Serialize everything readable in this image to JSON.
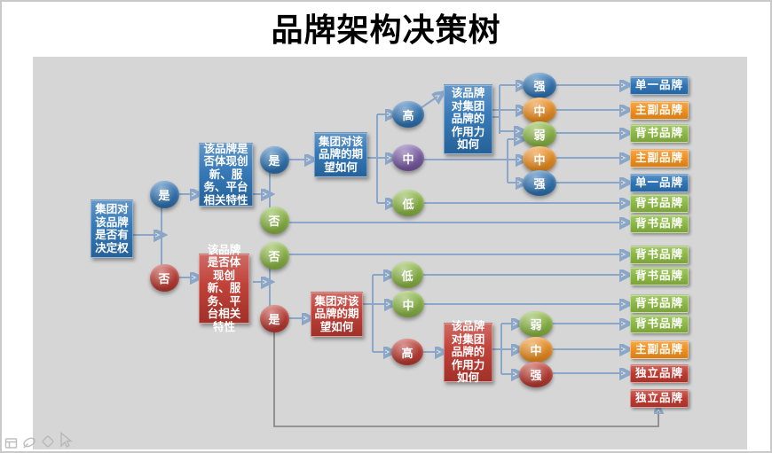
{
  "title": "品牌架构决策树",
  "palette": {
    "blue": "#2E74B5",
    "red": "#BE3A31",
    "green": "#8CB944",
    "orange": "#F0901F",
    "purple": "#7A5BA6",
    "line": "#8AA6C9",
    "arrow": "#6A90BD",
    "wrap_line": "#7F7F7F",
    "canvas": "#D6D6D6",
    "title_text": "#000000"
  },
  "questions": [
    {
      "id": "q1",
      "label": "集团对该品牌是否有决定权",
      "color": "blue"
    },
    {
      "id": "q2u",
      "label": "该品牌是否体现创新、服务、平台相关特性",
      "color": "blue"
    },
    {
      "id": "q3u",
      "label": "集团对该品牌的期望如何",
      "color": "blue"
    },
    {
      "id": "q4u",
      "label": "该品牌对集团品牌的作用力如何",
      "color": "blue"
    },
    {
      "id": "q2l",
      "label": "该品牌是否体现创新、服务、平台相关特性",
      "color": "red"
    },
    {
      "id": "q3l",
      "label": "集团对该品牌的期望如何",
      "color": "red"
    },
    {
      "id": "q4l",
      "label": "该品牌对集团品牌的作用力如何",
      "color": "red"
    }
  ],
  "choices": [
    {
      "id": "yes1",
      "label": "是",
      "color": "blue"
    },
    {
      "id": "no1",
      "label": "否",
      "color": "red"
    },
    {
      "id": "yes2u",
      "label": "是",
      "color": "blue"
    },
    {
      "id": "no2u",
      "label": "否",
      "color": "green"
    },
    {
      "id": "hi_u",
      "label": "高",
      "color": "blue"
    },
    {
      "id": "mid_u",
      "label": "中",
      "color": "purple"
    },
    {
      "id": "low_u",
      "label": "低",
      "color": "green"
    },
    {
      "id": "s1",
      "label": "强",
      "color": "blue"
    },
    {
      "id": "m1",
      "label": "中",
      "color": "orange"
    },
    {
      "id": "w1",
      "label": "弱",
      "color": "green"
    },
    {
      "id": "m2",
      "label": "中",
      "color": "orange"
    },
    {
      "id": "s2",
      "label": "强",
      "color": "blue"
    },
    {
      "id": "no2l",
      "label": "否",
      "color": "green"
    },
    {
      "id": "yes2l",
      "label": "是",
      "color": "red"
    },
    {
      "id": "low_l",
      "label": "低",
      "color": "green"
    },
    {
      "id": "mid_l",
      "label": "中",
      "color": "green"
    },
    {
      "id": "hi_l",
      "label": "高",
      "color": "red"
    },
    {
      "id": "w3",
      "label": "弱",
      "color": "green"
    },
    {
      "id": "m3",
      "label": "中",
      "color": "orange"
    },
    {
      "id": "s3",
      "label": "强",
      "color": "red"
    }
  ],
  "results": [
    {
      "label": "单一品牌",
      "color": "blue"
    },
    {
      "label": "主副品牌",
      "color": "orange"
    },
    {
      "label": "背书品牌",
      "color": "green"
    },
    {
      "label": "主副品牌",
      "color": "orange"
    },
    {
      "label": "单一品牌",
      "color": "blue"
    },
    {
      "label": "背书品牌",
      "color": "green"
    },
    {
      "label": "背书品牌",
      "color": "green"
    },
    {
      "label": "背书品牌",
      "color": "green"
    },
    {
      "label": "背书品牌",
      "color": "green"
    },
    {
      "label": "背书品牌",
      "color": "green"
    },
    {
      "label": "背书品牌",
      "color": "green"
    },
    {
      "label": "主副品牌",
      "color": "orange"
    },
    {
      "label": "独立品牌",
      "color": "red"
    },
    {
      "label": "独立品牌",
      "color": "red"
    }
  ],
  "toolbar": {
    "icons": [
      {
        "name": "slide-navigator-icon"
      },
      {
        "name": "pen-icon"
      },
      {
        "name": "highlighter-icon"
      },
      {
        "name": "pointer-icon"
      }
    ]
  }
}
